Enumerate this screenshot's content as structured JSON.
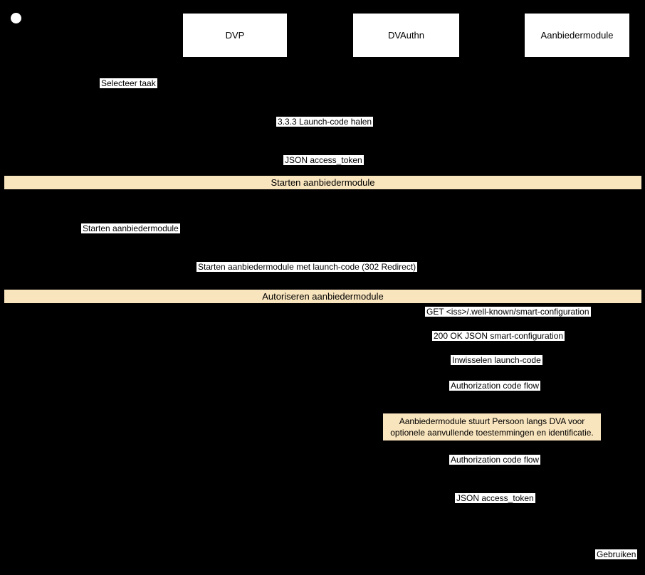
{
  "participants": [
    {
      "label": "DVP"
    },
    {
      "label": "DVAuthn"
    },
    {
      "label": "Aanbiedermodule"
    }
  ],
  "dividers": [
    {
      "label": "Starten aanbiedermodule"
    },
    {
      "label": "Autoriseren aanbiedermodule"
    }
  ],
  "messages": [
    {
      "label": "Selecteer taak"
    },
    {
      "label": "3.3.3 Launch-code halen"
    },
    {
      "label": "JSON access_token"
    },
    {
      "label": "Starten aanbiedermodule"
    },
    {
      "label": "Starten aanbiedermodule met launch-code (302 Redirect)"
    },
    {
      "label": "GET <iss>/.well-known/smart-configuration"
    },
    {
      "label": "200 OK JSON smart-configuration"
    },
    {
      "label": "Inwisselen launch-code"
    },
    {
      "label": "Authorization code flow"
    },
    {
      "label": "Authorization code flow"
    },
    {
      "label": "JSON access_token"
    },
    {
      "label": "Gebruiken"
    }
  ],
  "note": {
    "text": "Aanbiedermodule stuurt Persoon langs DVA voor optionele aanvullende toestemmingen en identificatie."
  },
  "colors": {
    "background": "#000000",
    "band": "#f8e4bd",
    "label_background": "#ffffff",
    "text": "#000000"
  }
}
